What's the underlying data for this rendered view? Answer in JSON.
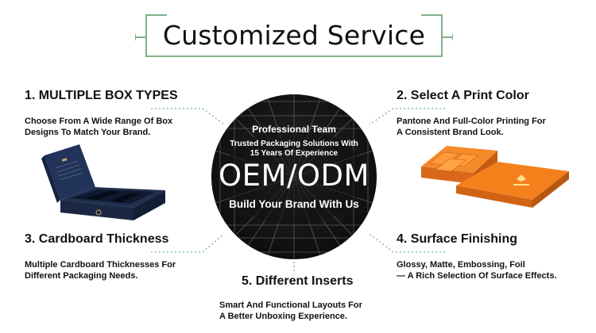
{
  "title": "Customized Service",
  "center": {
    "team": "Professional Team",
    "trusted_line1": "Trusted Packaging Solutions With",
    "trusted_line2": "15 Years Of Experience",
    "headline": "OEM/ODM",
    "tagline": "Build Your Brand With Us"
  },
  "features": [
    {
      "heading": "1. MULTIPLE BOX TYPES",
      "desc_line1": "Choose From A Wide Range Of Box",
      "desc_line2": "Designs To Match Your Brand."
    },
    {
      "heading": "2. Select A Print Color",
      "desc_line1": "Pantone And Full-Color Printing For",
      "desc_line2": "A Consistent Brand Look."
    },
    {
      "heading": "3. Cardboard Thickness",
      "desc_line1": "Multiple Cardboard Thicknesses For",
      "desc_line2": "Different Packaging Needs."
    },
    {
      "heading": "4. Surface Finishing",
      "desc_line1": "Glossy, Matte, Embossing, Foil",
      "desc_line2": "— A Rich Selection Of Surface Effects."
    },
    {
      "heading": "5. Different Inserts",
      "desc_line1": "Smart And Functional Layouts For",
      "desc_line2": "A Better Unboxing Experience."
    }
  ],
  "colors": {
    "frame_green": "#7fb08a",
    "connector_green": "#8cc49a",
    "navy_box": "#1f2f4d",
    "orange_box": "#f07d1a",
    "circle_dark": "#141414"
  }
}
